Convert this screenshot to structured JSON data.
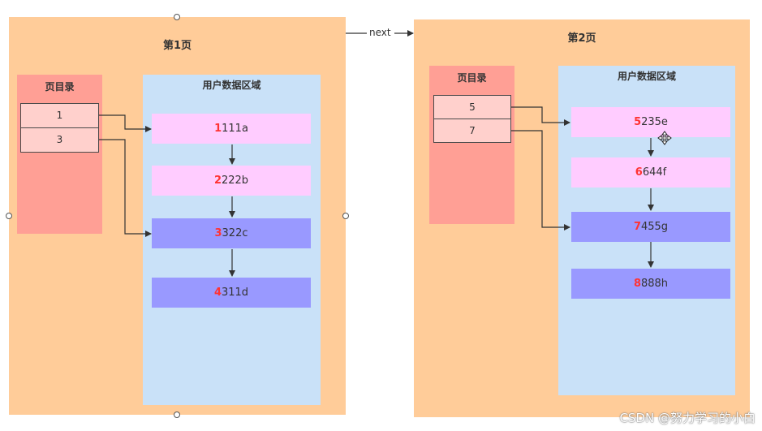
{
  "pages": [
    {
      "title": "第1页",
      "directory_title": "页目录",
      "directory_slots": [
        "1",
        "3"
      ],
      "data_area_title": "用户数据区域",
      "records": [
        {
          "key": "1",
          "rest": "111a",
          "style": "light"
        },
        {
          "key": "2",
          "rest": "222b",
          "style": "light"
        },
        {
          "key": "3",
          "rest": "322c",
          "style": "dark"
        },
        {
          "key": "4",
          "rest": "311d",
          "style": "dark"
        }
      ]
    },
    {
      "title": "第2页",
      "directory_title": "页目录",
      "directory_slots": [
        "5",
        "7"
      ],
      "data_area_title": "用户数据区域",
      "records": [
        {
          "key": "5",
          "rest": "235e",
          "style": "light"
        },
        {
          "key": "6",
          "rest": "644f",
          "style": "light"
        },
        {
          "key": "7",
          "rest": "455g",
          "style": "dark"
        },
        {
          "key": "8",
          "rest": "888h",
          "style": "dark"
        }
      ]
    }
  ],
  "link_label": "next",
  "watermark": "CSDN @努力学习的小白"
}
